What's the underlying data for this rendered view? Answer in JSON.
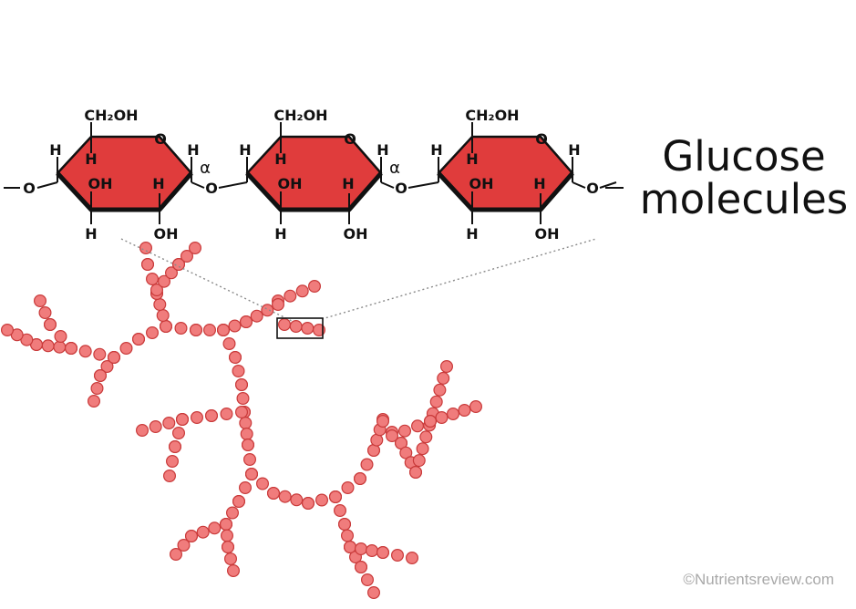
{
  "title_lines": [
    "Glucose",
    "molecules"
  ],
  "watermark": "©Nutrientsreview.com",
  "ring_labels": {
    "ch2oh": "CH₂OH",
    "ring_o": "O",
    "h": "H",
    "oh": "OH",
    "linkage_alpha": "α",
    "bridge_o": "O",
    "end_bond": "—O—"
  },
  "colors": {
    "ring_fill": "#e03c3c",
    "bead_fill": "#f07c7c",
    "bead_stroke": "#c93a3a",
    "outline": "#111111",
    "dotted_line": "#8a8a8a",
    "watermark": "#a9a9a9"
  }
}
